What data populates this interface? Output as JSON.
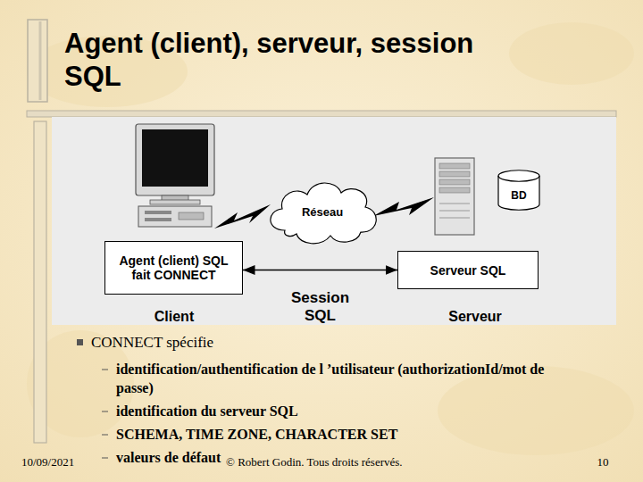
{
  "diagram": {
    "title": "Agent (client), serveur, session SQL",
    "nodes": [
      {
        "text": [
          "BD"
        ]
      },
      {
        "text": [
          "Réseau"
        ]
      },
      {
        "text": [
          "Agent (client) SQL fait CONNECT"
        ]
      },
      {
        "text": [
          "Serveur SQL"
        ]
      }
    ],
    "edges": [
      {
        "from": 2,
        "to": 3,
        "label": "Session SQL",
        "arrow": "both"
      }
    ],
    "labels": [
      "Client",
      "Serveur",
      "CONNECT spécifie",
      "identification/authentification de l ’utilisateur (authorizationId/mot de passe)",
      "identification du serveur SQL",
      "SCHEMA, TIME ZONE, CHARACTER SET",
      "valeurs de défaut",
      "10/09/2021",
      "© Robert Godin. Tous droits réservés.",
      "10"
    ]
  }
}
